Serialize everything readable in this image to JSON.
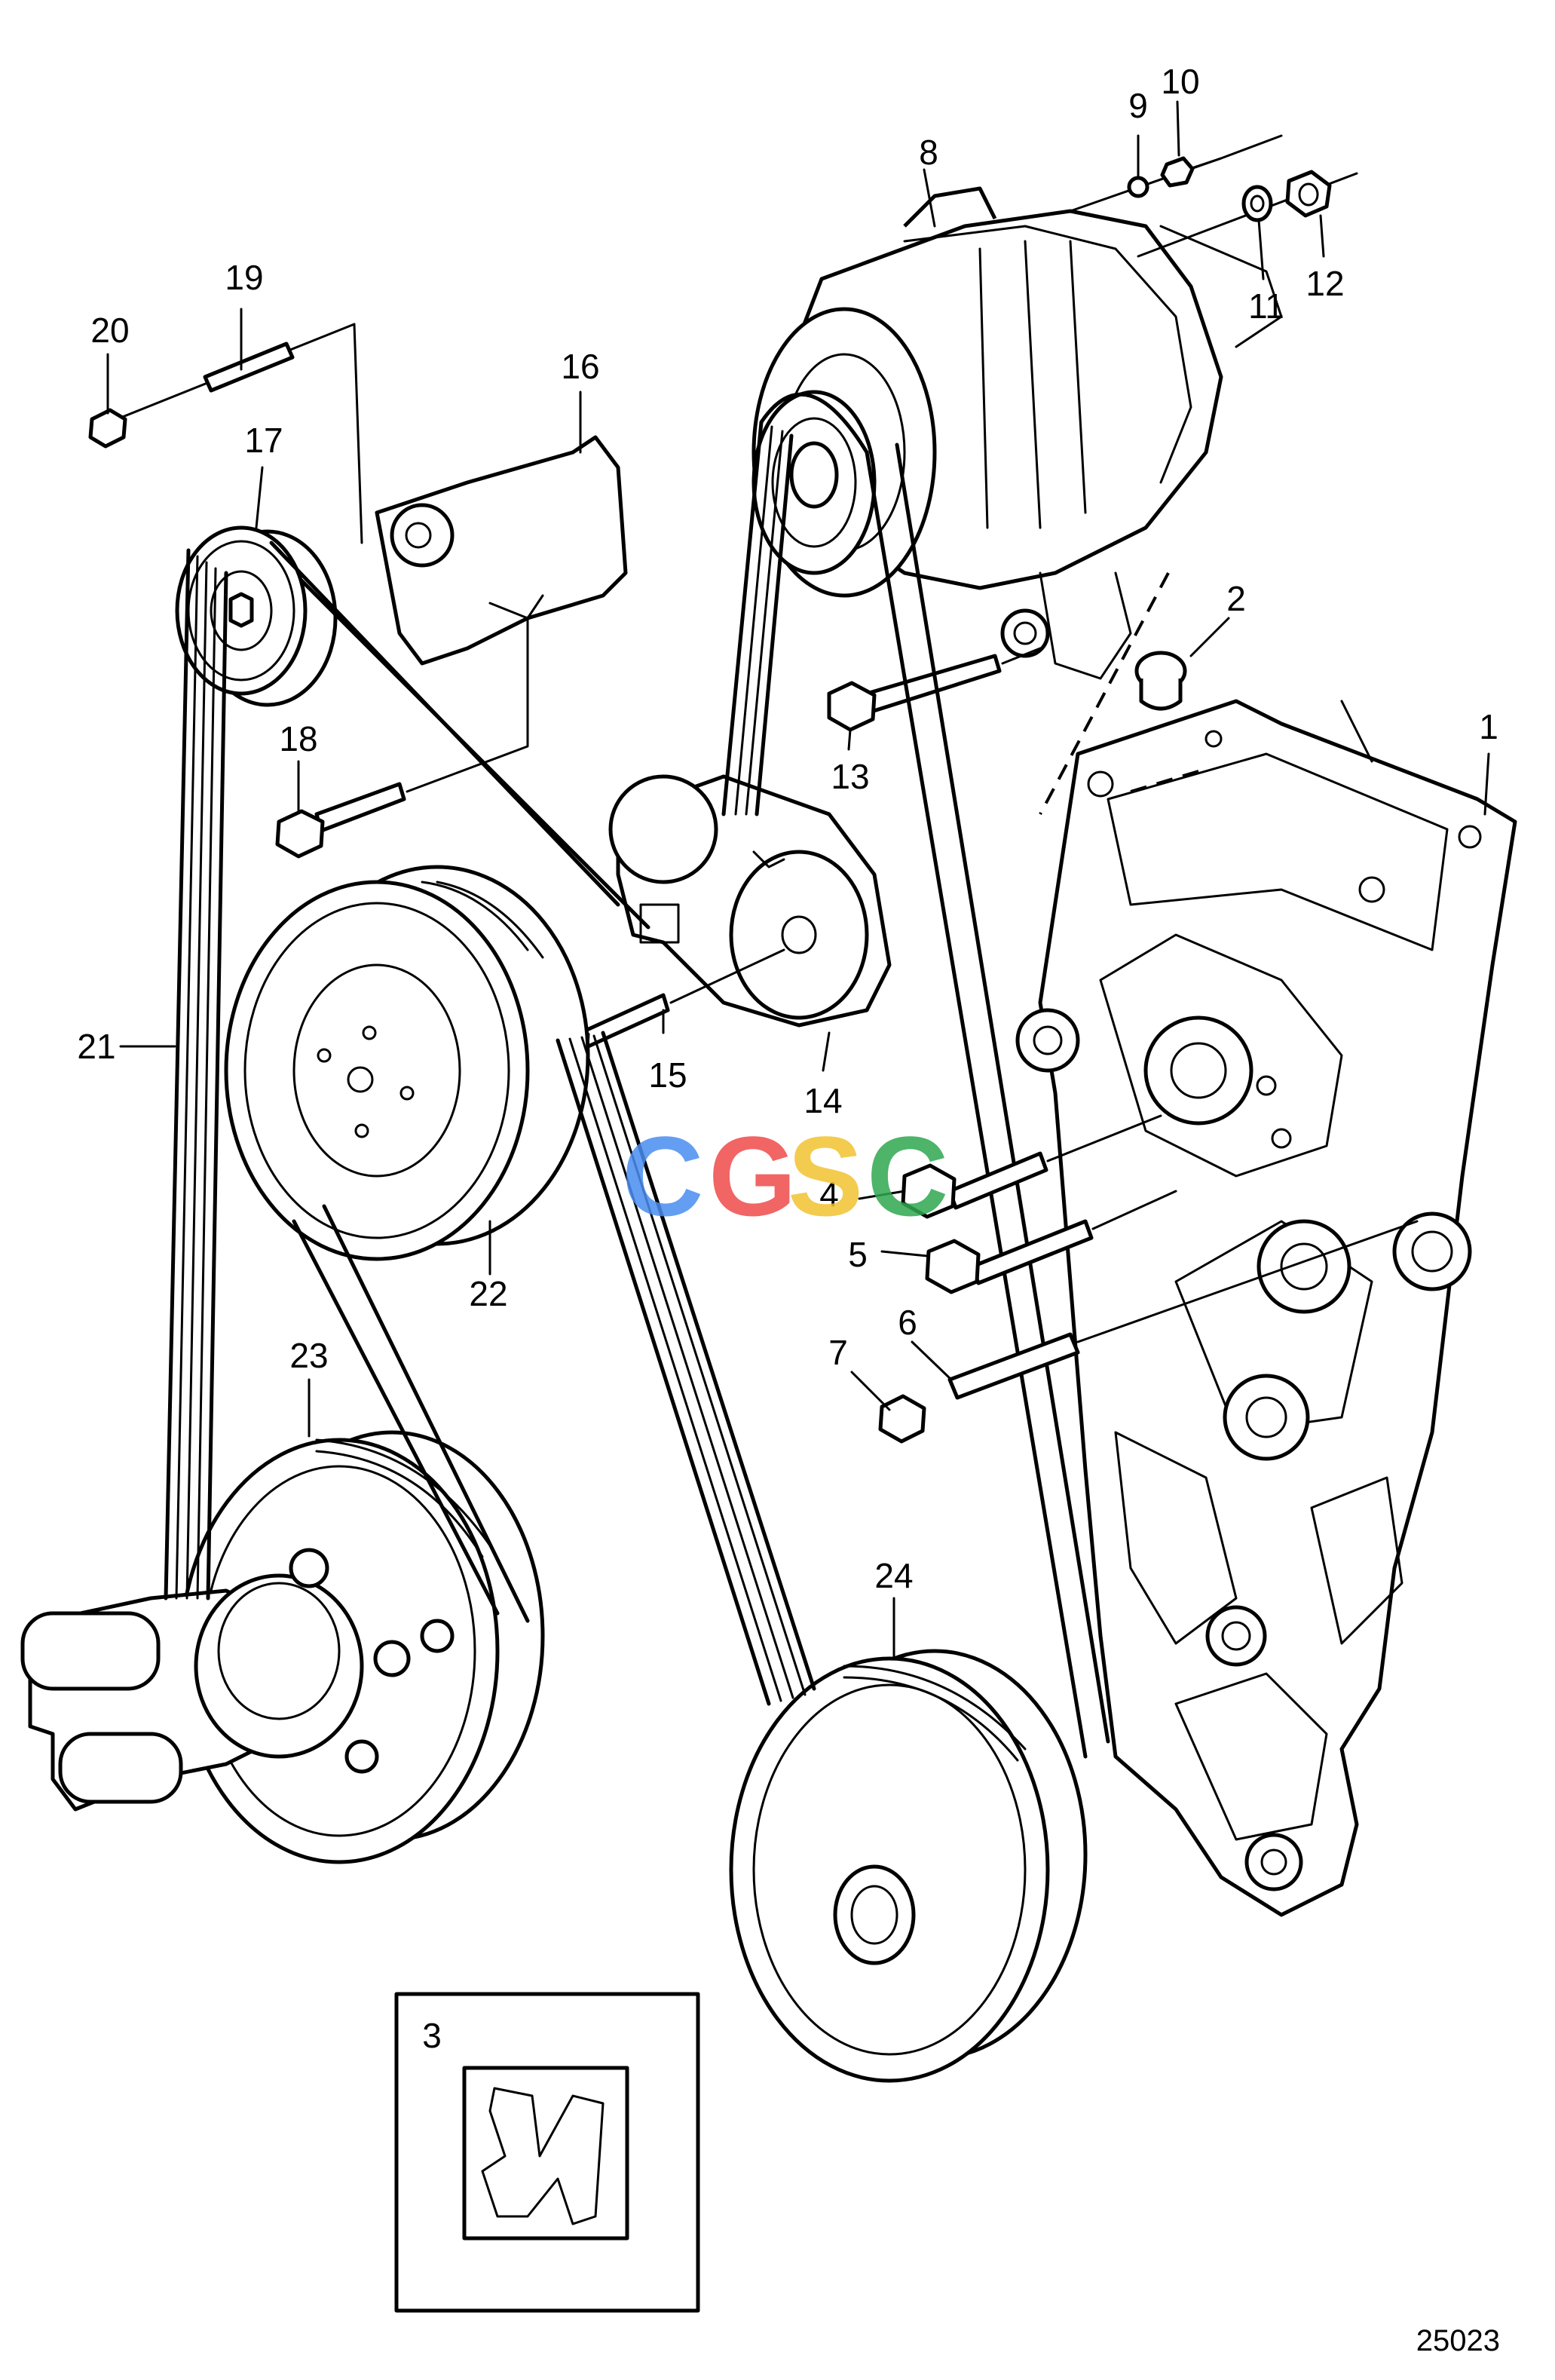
{
  "diagram": {
    "drawing_number": "25023",
    "watermark": {
      "letters": [
        "C",
        "G",
        "S",
        "C"
      ],
      "colors": [
        "#4a8ef0",
        "#ef4b4b",
        "#f2c230",
        "#2fa84f"
      ]
    },
    "callouts": [
      "1",
      "2",
      "3",
      "4",
      "5",
      "6",
      "7",
      "8",
      "9",
      "10",
      "11",
      "12",
      "13",
      "14",
      "15",
      "16",
      "17",
      "18",
      "19",
      "20",
      "21",
      "22",
      "23",
      "24"
    ]
  }
}
